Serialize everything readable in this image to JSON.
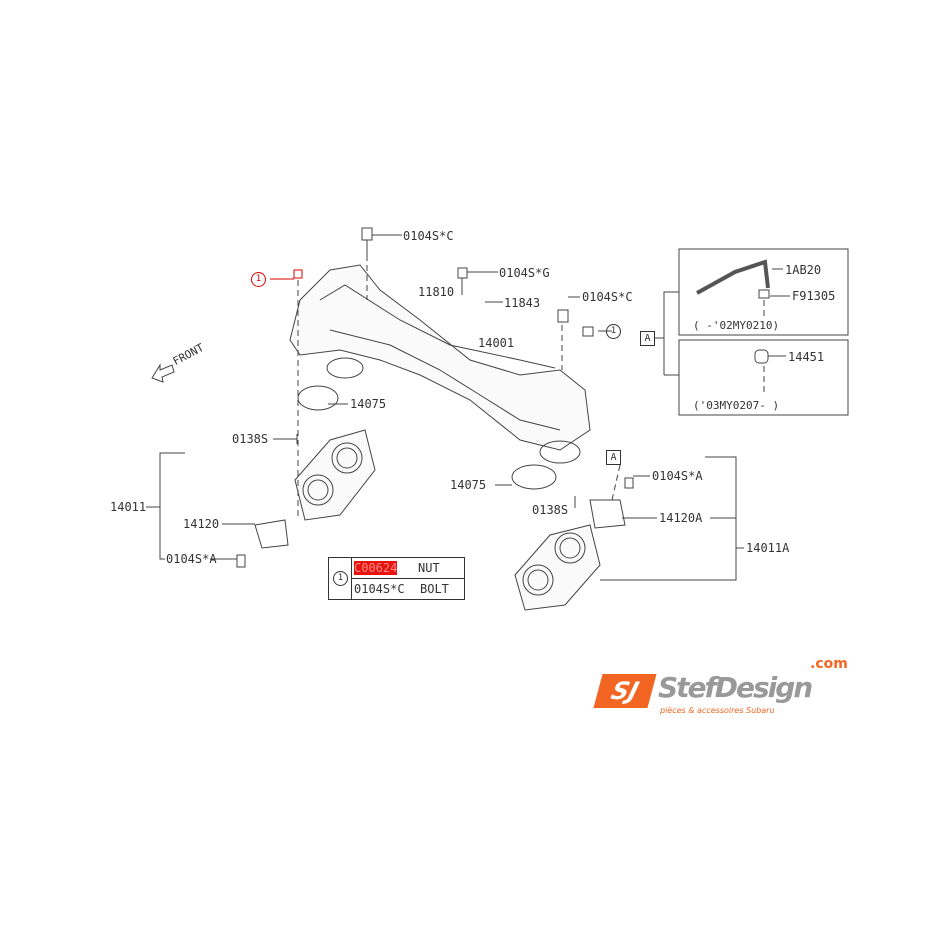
{
  "diagram": {
    "front_label": "FRONT",
    "callouts": {
      "bolt_top": "0104S*C",
      "bolt_g": "0104S*G",
      "part_11810": "11810",
      "part_11843": "11843",
      "bolt_right": "0104S*C",
      "manifold": "14001",
      "gasket_left": "14075",
      "stud_left": "0138S",
      "throttle_left": "14011",
      "sensor_left": "14120",
      "bolt_a_left": "0104S*A",
      "gasket_right": "14075",
      "stud_right": "0138S",
      "bolt_a_right": "0104S*A",
      "sensor_right": "14120A",
      "throttle_right": "14011A"
    },
    "ref_marker": "A",
    "circle_marker": "1",
    "inset_top": {
      "hose": "1AB20",
      "clip": "F91305",
      "range": "(        -'02MY0210)"
    },
    "inset_bottom": {
      "part": "14451",
      "range": "('03MY0207-        )"
    },
    "legend": {
      "marker": "1",
      "rows": [
        {
          "code": "C00624",
          "name": "NUT",
          "highlight_color": "#e8130f"
        },
        {
          "code": "0104S*C",
          "name": "BOLT"
        }
      ]
    }
  },
  "logo": {
    "brand": "StefDesign",
    "tld": ".com",
    "tagline": "pièces & accessoires Subaru",
    "accent_color": "#f26522"
  }
}
